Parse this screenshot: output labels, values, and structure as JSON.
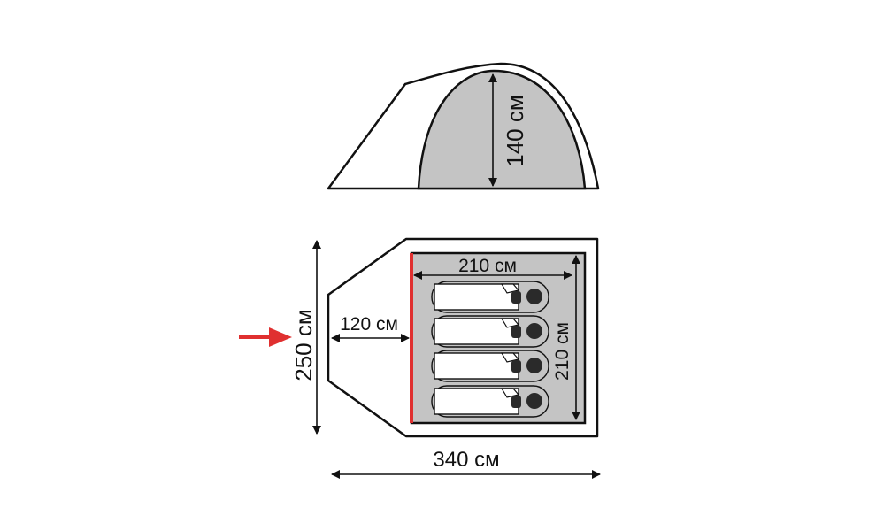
{
  "diagram": {
    "side_view": {
      "height_label": "140 см"
    },
    "top_view": {
      "overall_length_label": "340 см",
      "overall_width_label": "250 см",
      "vestibule_depth_label": "120 см",
      "inner_length_label": "210 см",
      "inner_width_label": "210 см",
      "sleeping_places": 4
    },
    "entrance_arrow": {
      "icon": "red-arrow-icon"
    },
    "colors": {
      "outline": "#111111",
      "inner_fill": "#c4c4c4",
      "door_accent": "#e03030",
      "arrow": "#e03030"
    }
  }
}
